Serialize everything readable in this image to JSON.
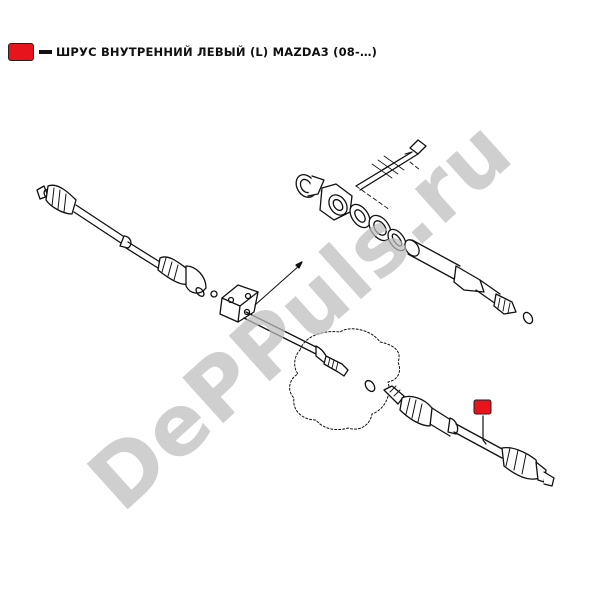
{
  "legend": {
    "text": "ШРУС ВНУТРЕННИЙ ЛЕВЫЙ (L) MAZDA3 (08-…)",
    "marker_color": "#e8141b"
  },
  "diagram": {
    "highlight_color": "#e8141b",
    "parts": [
      "left-drive-shaft",
      "joint-shaft",
      "joint-shaft-bracket",
      "mounting-bolt",
      "bearing",
      "dust-seal",
      "right-drive-shaft",
      "clip",
      "transaxle-outline"
    ]
  },
  "watermark": {
    "text": "DePPuls.ru"
  }
}
